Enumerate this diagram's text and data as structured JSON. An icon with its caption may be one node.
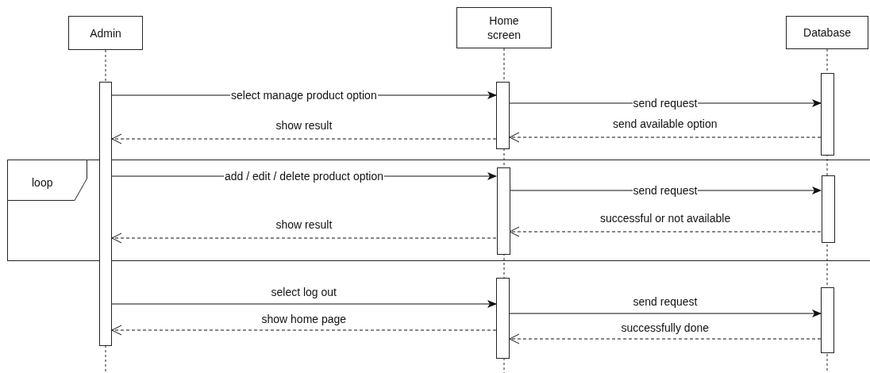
{
  "diagram": {
    "nodes": [
      {
        "text": [
          "Admin"
        ]
      },
      {
        "text": [
          "Home screen"
        ]
      },
      {
        "text": [
          "Database"
        ]
      },
      {
        "text": [],
        "shape": "bar"
      },
      {
        "text": [],
        "shape": "bar"
      },
      {
        "text": [],
        "shape": "bar"
      },
      {
        "text": [
          "loop"
        ]
      },
      {
        "text": [],
        "shape": "bar",
        "in": 6
      },
      {
        "text": [],
        "shape": "bar",
        "in": 6
      },
      {
        "text": [],
        "shape": "bar"
      },
      {
        "text": [],
        "shape": "bar"
      }
    ],
    "edges": [
      {
        "from": 3,
        "to": 4,
        "arrow": "to",
        "label": "select manage product option"
      },
      {
        "from": 4,
        "to": 5,
        "arrow": "to",
        "label": "send request"
      },
      {
        "from": 5,
        "to": 4,
        "arrow": "to",
        "label": "send available option",
        "style": "dashed"
      },
      {
        "from": 4,
        "to": 3,
        "arrow": "to",
        "label": "show result",
        "style": "dashed"
      },
      {
        "from": 3,
        "to": 7,
        "arrow": "to",
        "label": "add / edit / delete product option"
      },
      {
        "from": 7,
        "to": 8,
        "arrow": "to",
        "label": "send request"
      },
      {
        "from": 8,
        "to": 7,
        "arrow": "to",
        "label": "successful or not available",
        "style": "dashed"
      },
      {
        "from": 7,
        "to": 3,
        "arrow": "to",
        "label": "show result",
        "style": "dashed"
      },
      {
        "from": 3,
        "to": 9,
        "arrow": "to",
        "label": "select log out"
      },
      {
        "from": 9,
        "to": 10,
        "arrow": "to",
        "label": "send request"
      },
      {
        "from": 10,
        "to": 9,
        "arrow": "to",
        "label": "successfully done",
        "style": "dashed"
      },
      {
        "from": 9,
        "to": 3,
        "arrow": "to",
        "label": "show home page",
        "style": "dashed"
      }
    ]
  }
}
